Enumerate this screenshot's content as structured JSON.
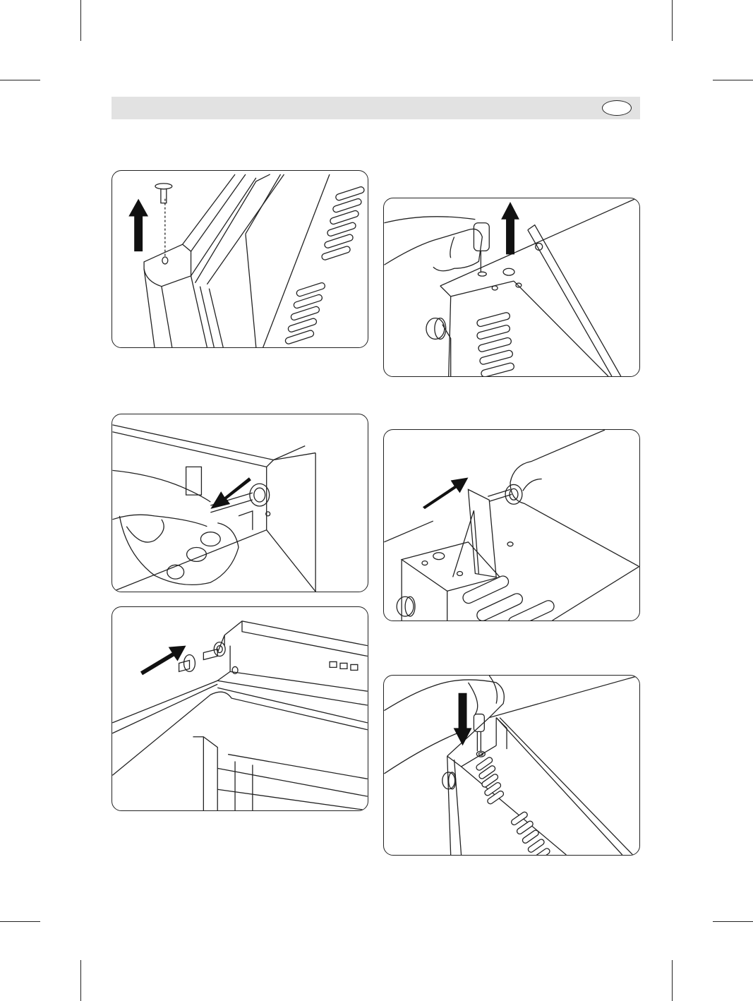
{
  "header": {
    "language_badge": ""
  },
  "panels": [
    {
      "id": "1",
      "depicts": "remove-top-screw"
    },
    {
      "id": "2",
      "depicts": "unscrew-top-corner"
    },
    {
      "id": "3",
      "depicts": "unscrew-hinge-pin"
    },
    {
      "id": "4",
      "depicts": "insert-bracket-pin"
    },
    {
      "id": "5",
      "depicts": "insert-hinge-pin"
    },
    {
      "id": "6",
      "depicts": "screw-bracket-down"
    }
  ]
}
